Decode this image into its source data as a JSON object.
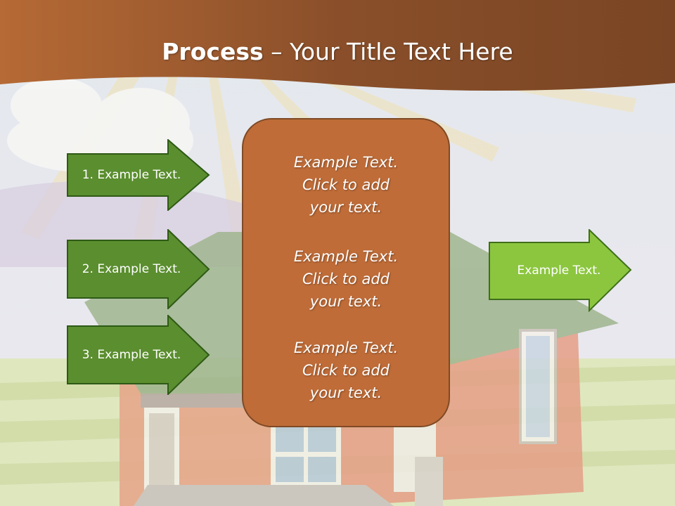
{
  "slide": {
    "title_bold": "Process",
    "title_rest": " – Your Title Text Here"
  },
  "left_arrows": [
    {
      "label": "1. Example Text."
    },
    {
      "label": "2. Example Text."
    },
    {
      "label": "3. Example Text."
    }
  ],
  "center_box": {
    "paragraphs": [
      {
        "line1": "Example Text.",
        "line2": "Click  to add",
        "line3": "your text."
      },
      {
        "line1": "Example Text.",
        "line2": "Click  to add",
        "line3": "your text."
      },
      {
        "line1": "Example Text.",
        "line2": "Click  to add",
        "line3": "your text."
      }
    ]
  },
  "right_arrow": {
    "label": "Example Text."
  },
  "colors": {
    "header_brown": "#8a4f2a",
    "left_arrow_green": "#5b8e2f",
    "right_arrow_green": "#8cc63f",
    "center_box_fill": "#bf6c38"
  }
}
